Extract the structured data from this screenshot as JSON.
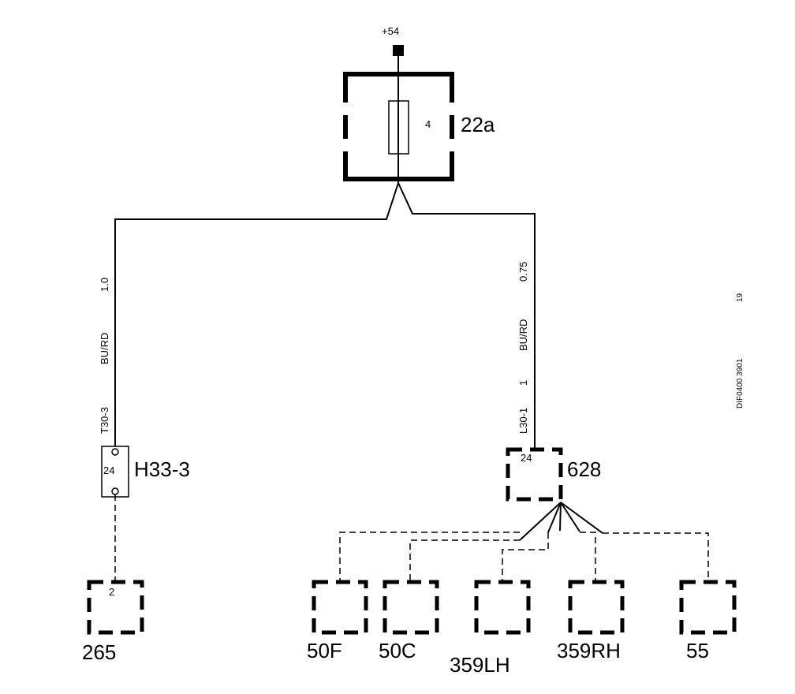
{
  "supply": {
    "label": "+54"
  },
  "fuse": {
    "label": "22a",
    "rating": "4"
  },
  "left_wire": {
    "gauge": "1.0",
    "color": "BU/RD",
    "id": "T30-3"
  },
  "right_wire": {
    "gauge": "0.75",
    "color": "BU/RD",
    "seq": "1",
    "id": "L30-1"
  },
  "connector_h33": {
    "label": "H33-3",
    "pin": "24"
  },
  "connector_628": {
    "label": "628",
    "pin": "24"
  },
  "box_265": {
    "label": "265",
    "pin": "2"
  },
  "loads": [
    {
      "label": "50F"
    },
    {
      "label": "50C"
    },
    {
      "label": "359LH"
    },
    {
      "label": "359RH"
    },
    {
      "label": "55"
    }
  ],
  "margin": {
    "page": "19",
    "ref": "DIF0400 3901"
  }
}
